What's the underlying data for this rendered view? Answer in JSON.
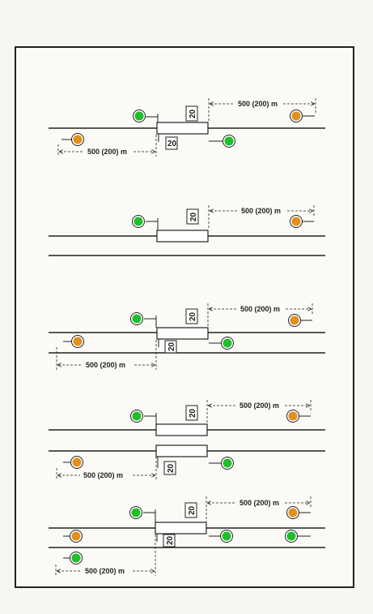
{
  "diagram": {
    "distance_label": "500 (200) m",
    "speed_sign_value": "20",
    "colors": {
      "green_signal": "#1fbf2a",
      "orange_signal": "#e0901e",
      "track": "#222222",
      "frame": "#222222"
    },
    "panels": [
      {
        "name": "panel-1-single-track-both-directions"
      },
      {
        "name": "panel-2-two-tracks-one-direction"
      },
      {
        "name": "panel-3-two-tracks-both-directions"
      },
      {
        "name": "panel-4-two-tracks-two-sections"
      },
      {
        "name": "panel-5-two-tracks-three-lights"
      }
    ]
  }
}
